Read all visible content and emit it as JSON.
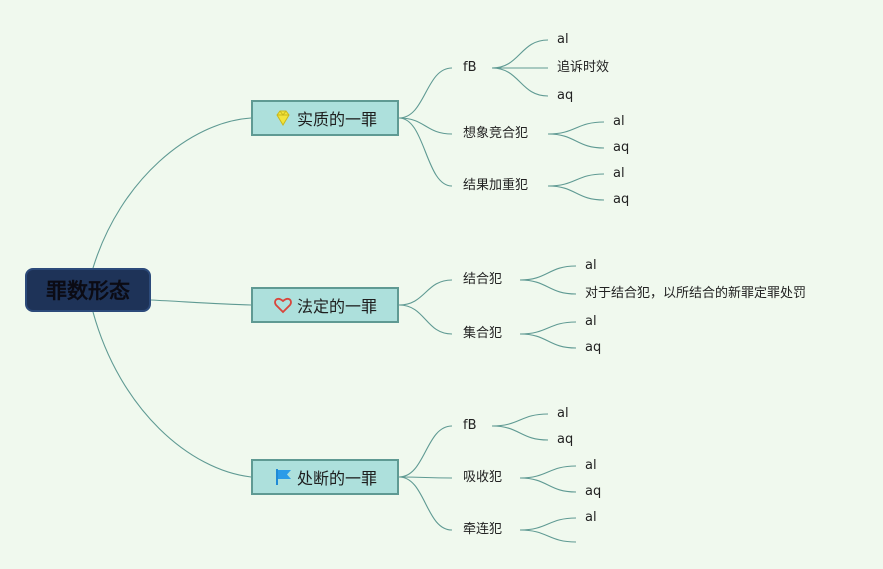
{
  "root": {
    "label": "罪数形态"
  },
  "branches": [
    {
      "label": "实质的一罪",
      "icon": "gem-icon",
      "children": [
        {
          "label": "fB",
          "children": [
            "al",
            "追诉时效",
            "aq"
          ]
        },
        {
          "label": "想象竞合犯",
          "children": [
            "al",
            "aq"
          ]
        },
        {
          "label": "结果加重犯",
          "children": [
            "al",
            "aq"
          ]
        }
      ]
    },
    {
      "label": "法定的一罪",
      "icon": "heart-icon",
      "children": [
        {
          "label": "结合犯",
          "children": [
            "al",
            "对于结合犯，以所结合的新罪定罪处罚"
          ]
        },
        {
          "label": "集合犯",
          "children": [
            "al",
            "aq"
          ]
        }
      ]
    },
    {
      "label": "处断的一罪",
      "icon": "flag-icon",
      "children": [
        {
          "label": "fB",
          "children": [
            "al",
            "aq"
          ]
        },
        {
          "label": "吸收犯",
          "children": [
            "al",
            "aq"
          ]
        },
        {
          "label": "牵连犯",
          "children": [
            "al",
            ""
          ]
        }
      ]
    }
  ],
  "colors": {
    "background": "#f0f9ee",
    "root_fill": "#1e3358",
    "branch_fill": "#ade0dc",
    "line": "#5f9a93"
  }
}
